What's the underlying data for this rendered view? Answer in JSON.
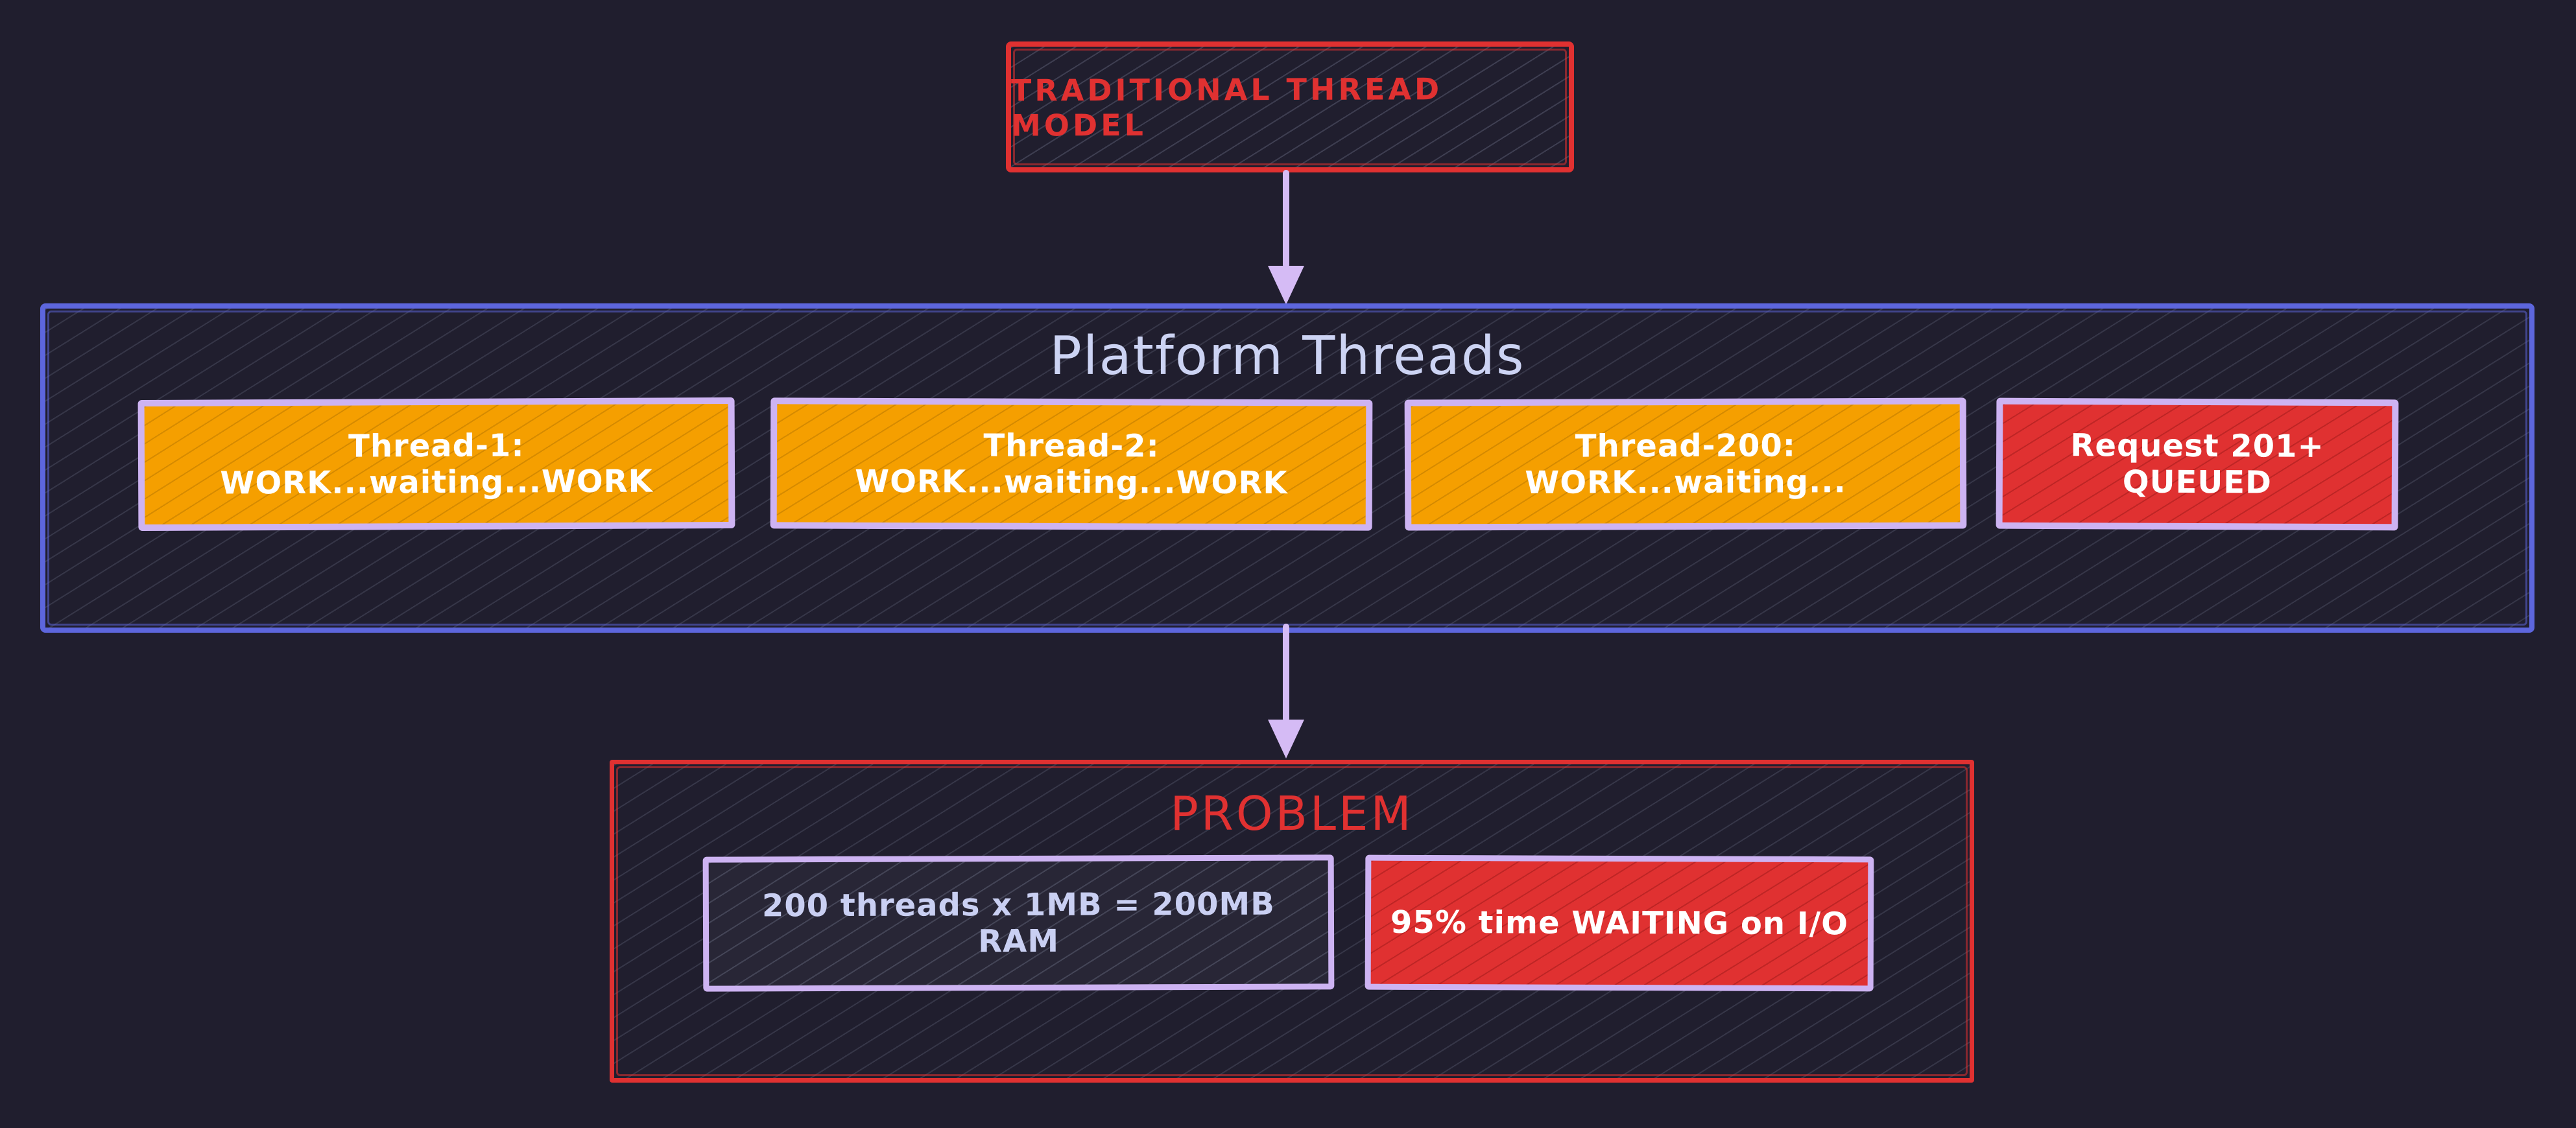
{
  "colors": {
    "background": "#201e2e",
    "red_accent": "#e03131",
    "orange_fill": "#f59f00",
    "violet_border": "#cdb3f2",
    "blue_border": "#5d66dd",
    "lavender_text": "#ccd3f3",
    "arrow": "#d5bbf5",
    "white_text": "#ffffff"
  },
  "top_box": {
    "label": "TRADITIONAL THREAD MODEL"
  },
  "platform": {
    "title": "Platform Threads",
    "threads": [
      {
        "label": "Thread-1: WORK...waiting...WORK",
        "style": "thread-orange"
      },
      {
        "label": "Thread-2: WORK...waiting...WORK",
        "style": "thread-orange"
      },
      {
        "label": "Thread-200: WORK...waiting...",
        "style": "thread-orange"
      },
      {
        "label": "Request 201+ QUEUED",
        "style": "queued-red"
      }
    ]
  },
  "problem": {
    "title": "PROBLEM",
    "items": [
      {
        "label": "200 threads x 1MB = 200MB RAM",
        "style": "memory-dark"
      },
      {
        "label": "95% time WAITING on I/O",
        "style": "alert-red"
      }
    ]
  }
}
